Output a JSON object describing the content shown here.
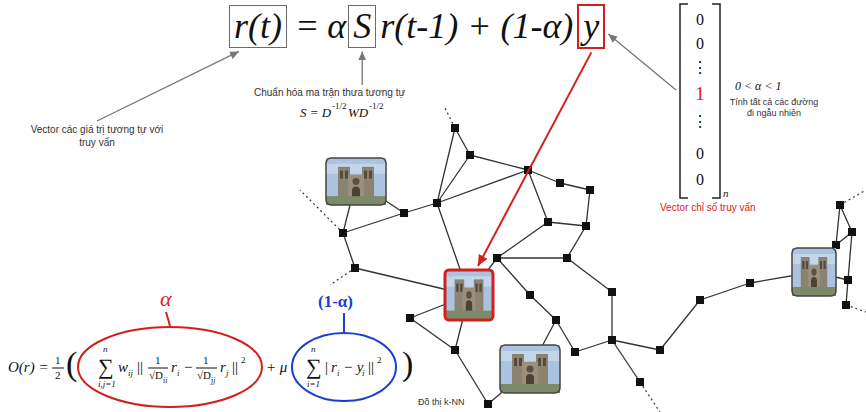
{
  "diagram": {
    "nodes": [
      {
        "text": [
          "r(t)"
        ]
      },
      {
        "text": [
          "S"
        ]
      },
      {
        "text": [
          "y"
        ]
      }
    ],
    "labels": [
      "=",
      "α",
      "r(t-1) + (1-α)",
      "0",
      "0",
      "⋮",
      "1",
      "⋮",
      "0",
      "0",
      "n",
      "0 < α < 1",
      "Tính tất cả các đường đi ngẫu nhiên",
      "Chuẩn hóa ma trận thưa tương tự",
      "S = D",
      "-1/2",
      "WD",
      "-1/2",
      "Vector các giá trị tương tự với truy vấn",
      "Vector chỉ số truy vấn",
      "α",
      "(1-α)",
      "O(r) =",
      "1",
      "2",
      "(",
      "∑",
      "n",
      "i,j=1",
      "w",
      "ij",
      "||",
      "1",
      "√D",
      "ii",
      "r",
      "i",
      "−",
      "1",
      "√D",
      "jj",
      "r",
      "j",
      "||",
      "2",
      "+ μ",
      "∑",
      "n",
      "i=1",
      "|",
      "r",
      "i",
      "− y",
      "i",
      "||",
      "2",
      ")",
      "Đồ thị k-NN"
    ]
  }
}
